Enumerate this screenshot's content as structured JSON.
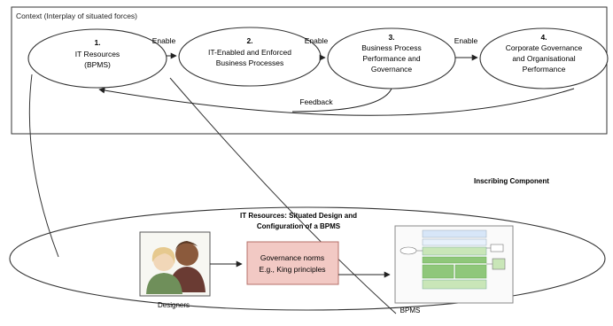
{
  "context": {
    "label": "Context (Interplay of situated forces)"
  },
  "nodes": [
    {
      "num": "1.",
      "lines": [
        "IT Resources",
        "(BPMS)"
      ]
    },
    {
      "num": "2.",
      "lines": [
        "IT-Enabled and Enforced",
        "Business Processes"
      ]
    },
    {
      "num": "3.",
      "lines": [
        "Business Process",
        "Performance and",
        "Governance"
      ]
    },
    {
      "num": "4.",
      "lines": [
        "Corporate Governance",
        "and Organisational",
        "Performance"
      ]
    }
  ],
  "edges": {
    "enable_1": "Enable",
    "enable_2": "Enable",
    "enable_3": "Enable",
    "feedback": "Feedback"
  },
  "inscribing_label": "Inscribing Component",
  "bottom": {
    "title_lines": [
      "IT Resources: Situated Design and",
      "Configuration of a BPMS"
    ],
    "designers_label": "Designers",
    "governance_lines": [
      "Governance norms",
      "E.g., King principles"
    ],
    "bpms_label": "BPMS"
  },
  "colors": {
    "governance_fill": "#f2c9c4",
    "governance_stroke": "#b67069",
    "bpms_header": "#d7e6f8",
    "bpms_green": "#8fc77a",
    "bpms_light_green": "#c9e6b8",
    "person_female_hair": "#e6c98e",
    "person_female_shirt": "#6f8f5a",
    "person_male_hair": "#5a3a26",
    "person_male_shirt": "#6a3b33"
  }
}
